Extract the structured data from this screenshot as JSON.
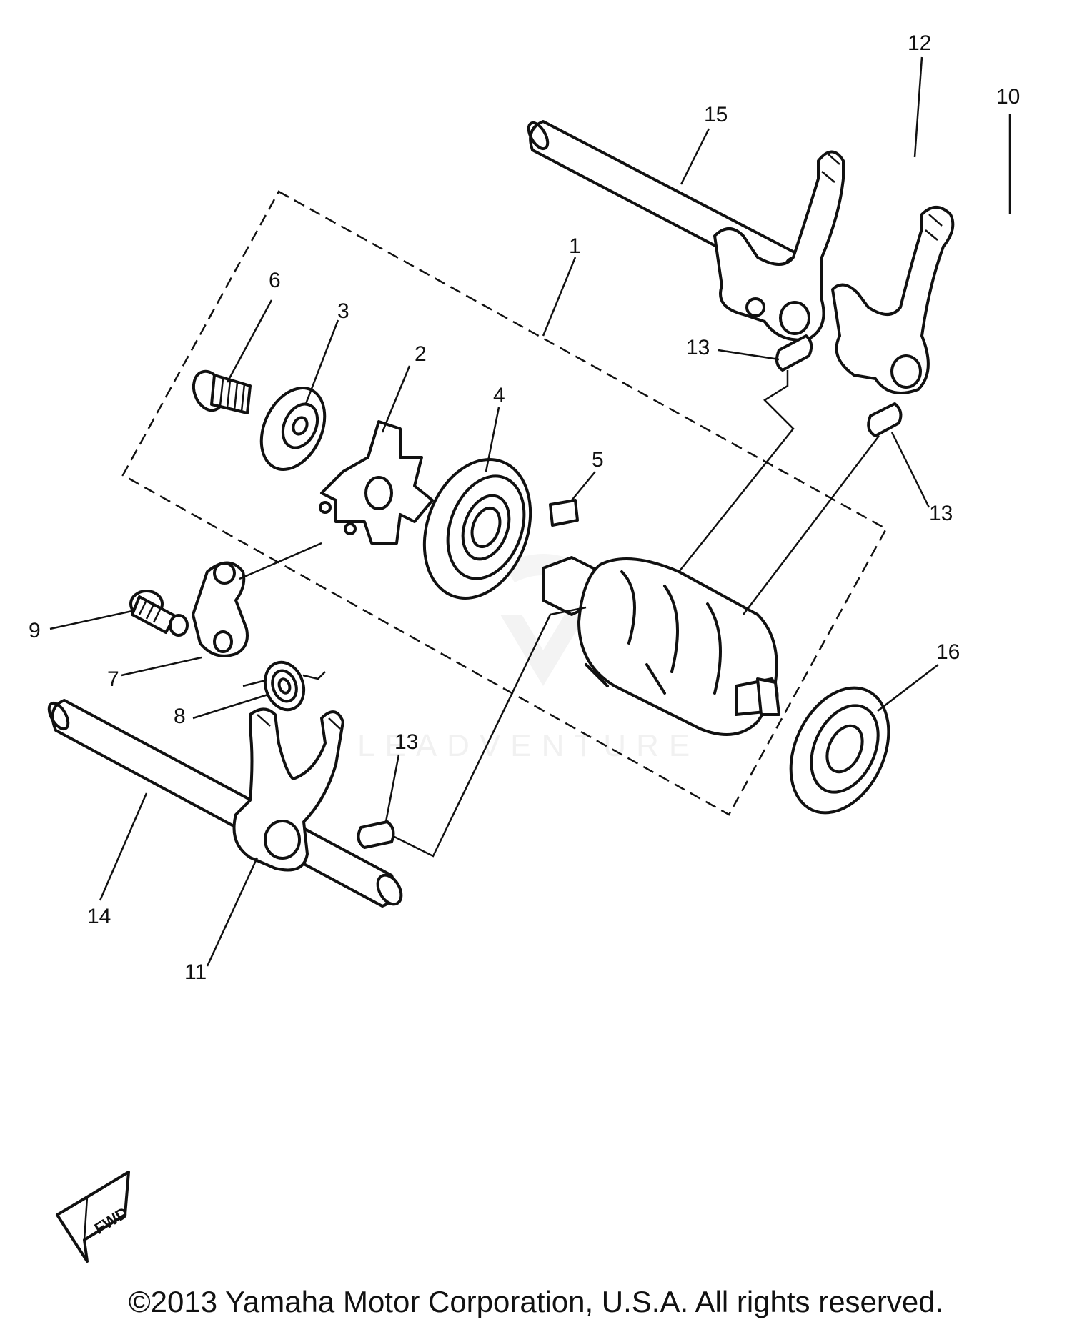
{
  "watermark": {
    "text": "LEADVENTURE"
  },
  "fwd_label": "FWD",
  "copyright": "©2013 Yamaha Motor Corporation, U.S.A. All rights reserved.",
  "callouts": [
    {
      "id": "c1",
      "label": "1"
    },
    {
      "id": "c2",
      "label": "2"
    },
    {
      "id": "c3",
      "label": "3"
    },
    {
      "id": "c4",
      "label": "4"
    },
    {
      "id": "c5",
      "label": "5"
    },
    {
      "id": "c6",
      "label": "6"
    },
    {
      "id": "c7",
      "label": "7"
    },
    {
      "id": "c8",
      "label": "8"
    },
    {
      "id": "c9",
      "label": "9"
    },
    {
      "id": "c10",
      "label": "10"
    },
    {
      "id": "c11",
      "label": "11"
    },
    {
      "id": "c12",
      "label": "12"
    },
    {
      "id": "c13a",
      "label": "13"
    },
    {
      "id": "c13b",
      "label": "13"
    },
    {
      "id": "c13c",
      "label": "13"
    },
    {
      "id": "c14",
      "label": "14"
    },
    {
      "id": "c15",
      "label": "15"
    },
    {
      "id": "c16",
      "label": "16"
    }
  ]
}
